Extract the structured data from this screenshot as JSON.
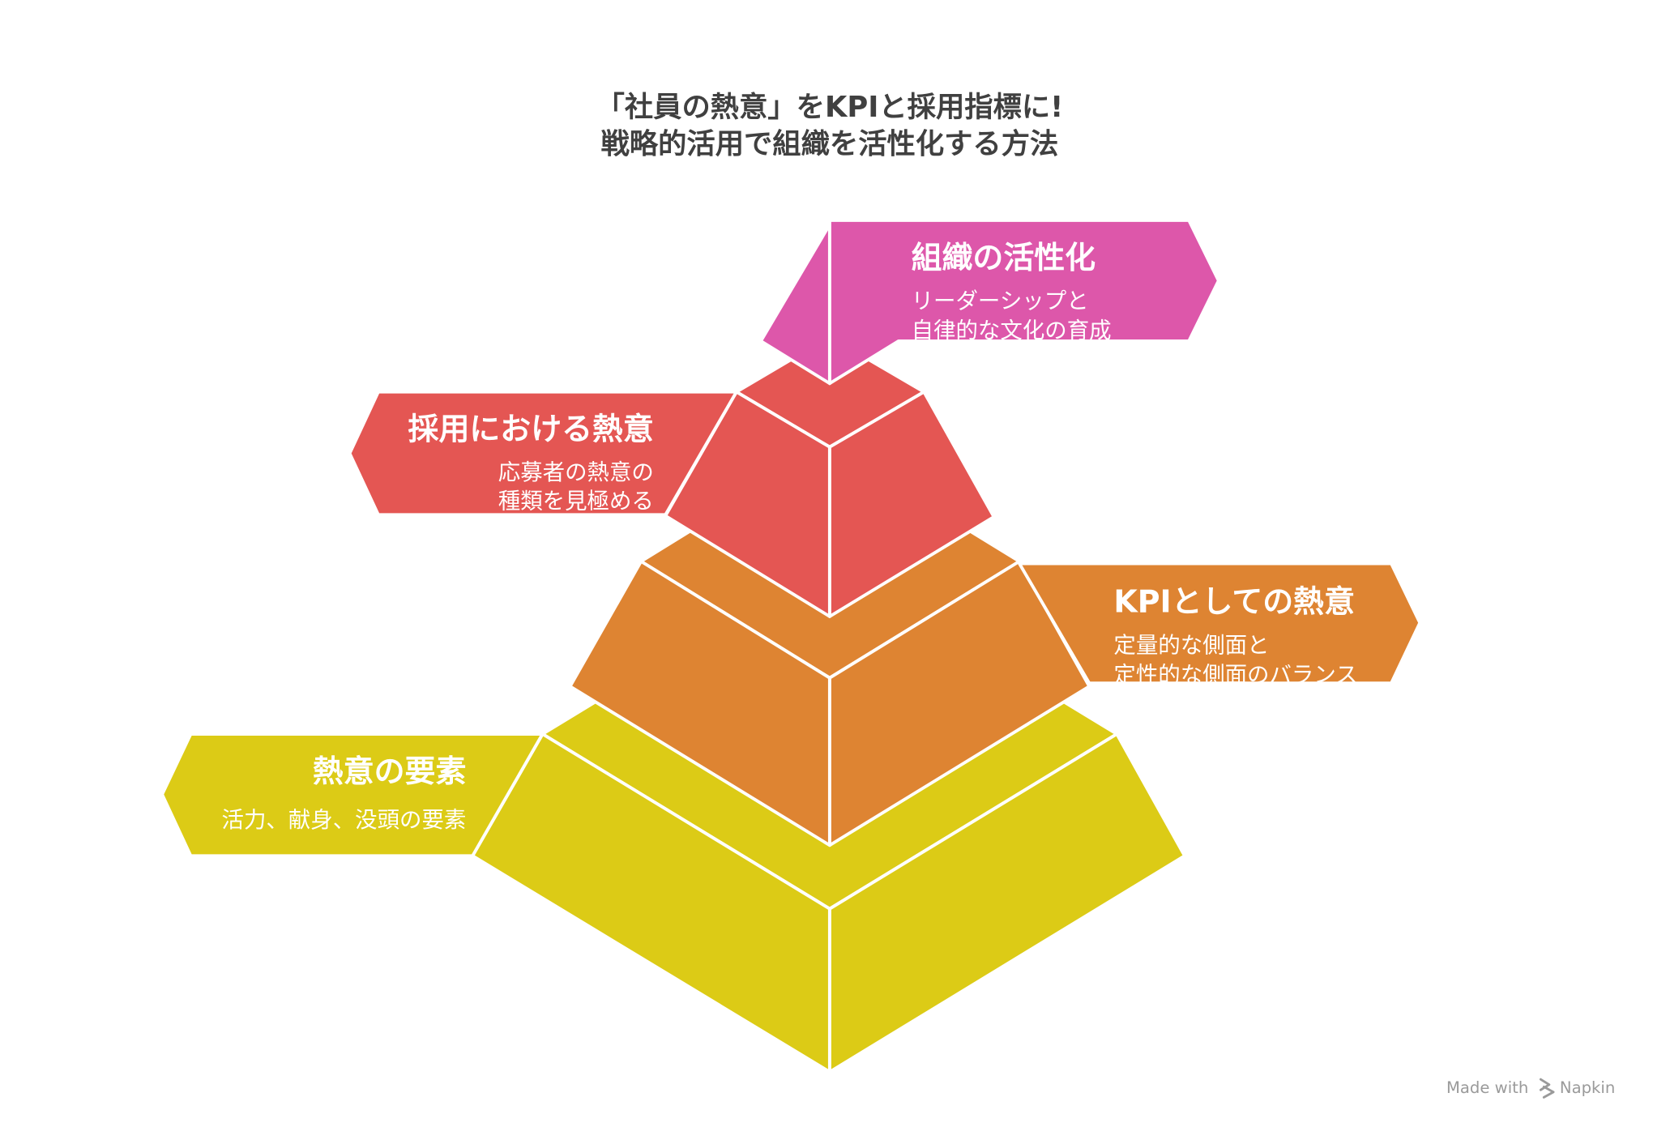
{
  "title": {
    "line1": "「社員の熱意」をKPIと採用指標に!",
    "line2": "戦略的活用で組織を活性化する方法"
  },
  "layers": [
    {
      "title": "組織の活性化",
      "description": [
        "リーダーシップと",
        "自律的な文化の育成"
      ],
      "color": "#DD57AA"
    },
    {
      "title": "採用における熱意",
      "description": [
        "応募者の熱意の",
        "種類を見極める"
      ],
      "color": "#E45653"
    },
    {
      "title": "KPIとしての熱意",
      "description": [
        "定量的な側面と",
        "定性的な側面のバランス"
      ],
      "color": "#DE8432"
    },
    {
      "title": "熱意の要素",
      "description": [
        "活力、献身、没頭の要素"
      ],
      "color": "#DCCB16"
    }
  ],
  "watermark": {
    "prefix": "Made with",
    "icon": "napkin-logo-icon",
    "brand": "Napkin",
    "color": "#9A9A9A"
  }
}
